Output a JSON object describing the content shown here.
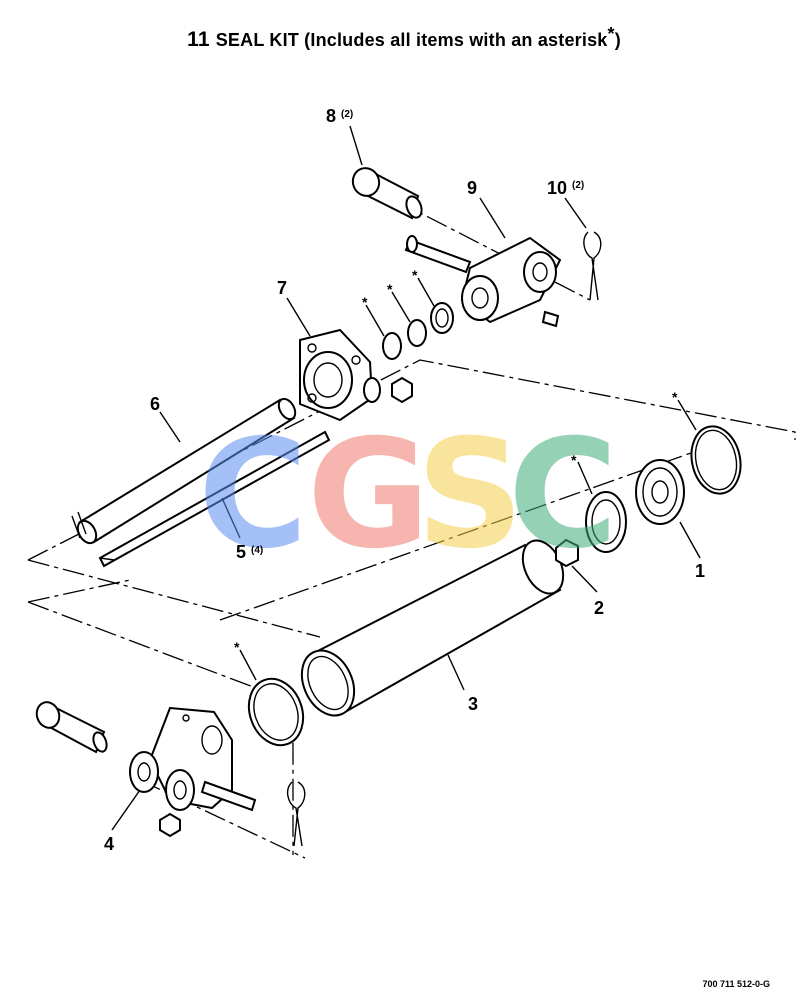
{
  "title": {
    "number": "11",
    "text": "SEAL KIT (Includes all items with an asterisk",
    "star": "*",
    "close": ")"
  },
  "callouts": {
    "c1": "1",
    "c2": "2",
    "c3": "3",
    "c4": "4",
    "c5": "5",
    "c5q": "(4)",
    "c6": "6",
    "c7": "7",
    "c8": "8",
    "c8q": "(2)",
    "c9": "9",
    "c10": "10",
    "c10q": "(2)",
    "asterisk": "*"
  },
  "watermark": {
    "letters": [
      "C",
      "G",
      "S",
      "C"
    ],
    "colors": [
      "#5b8def",
      "#ef7b6f",
      "#f5cf4a",
      "#3fae7a"
    ]
  },
  "drawing_number": "700 711 512-0-G"
}
